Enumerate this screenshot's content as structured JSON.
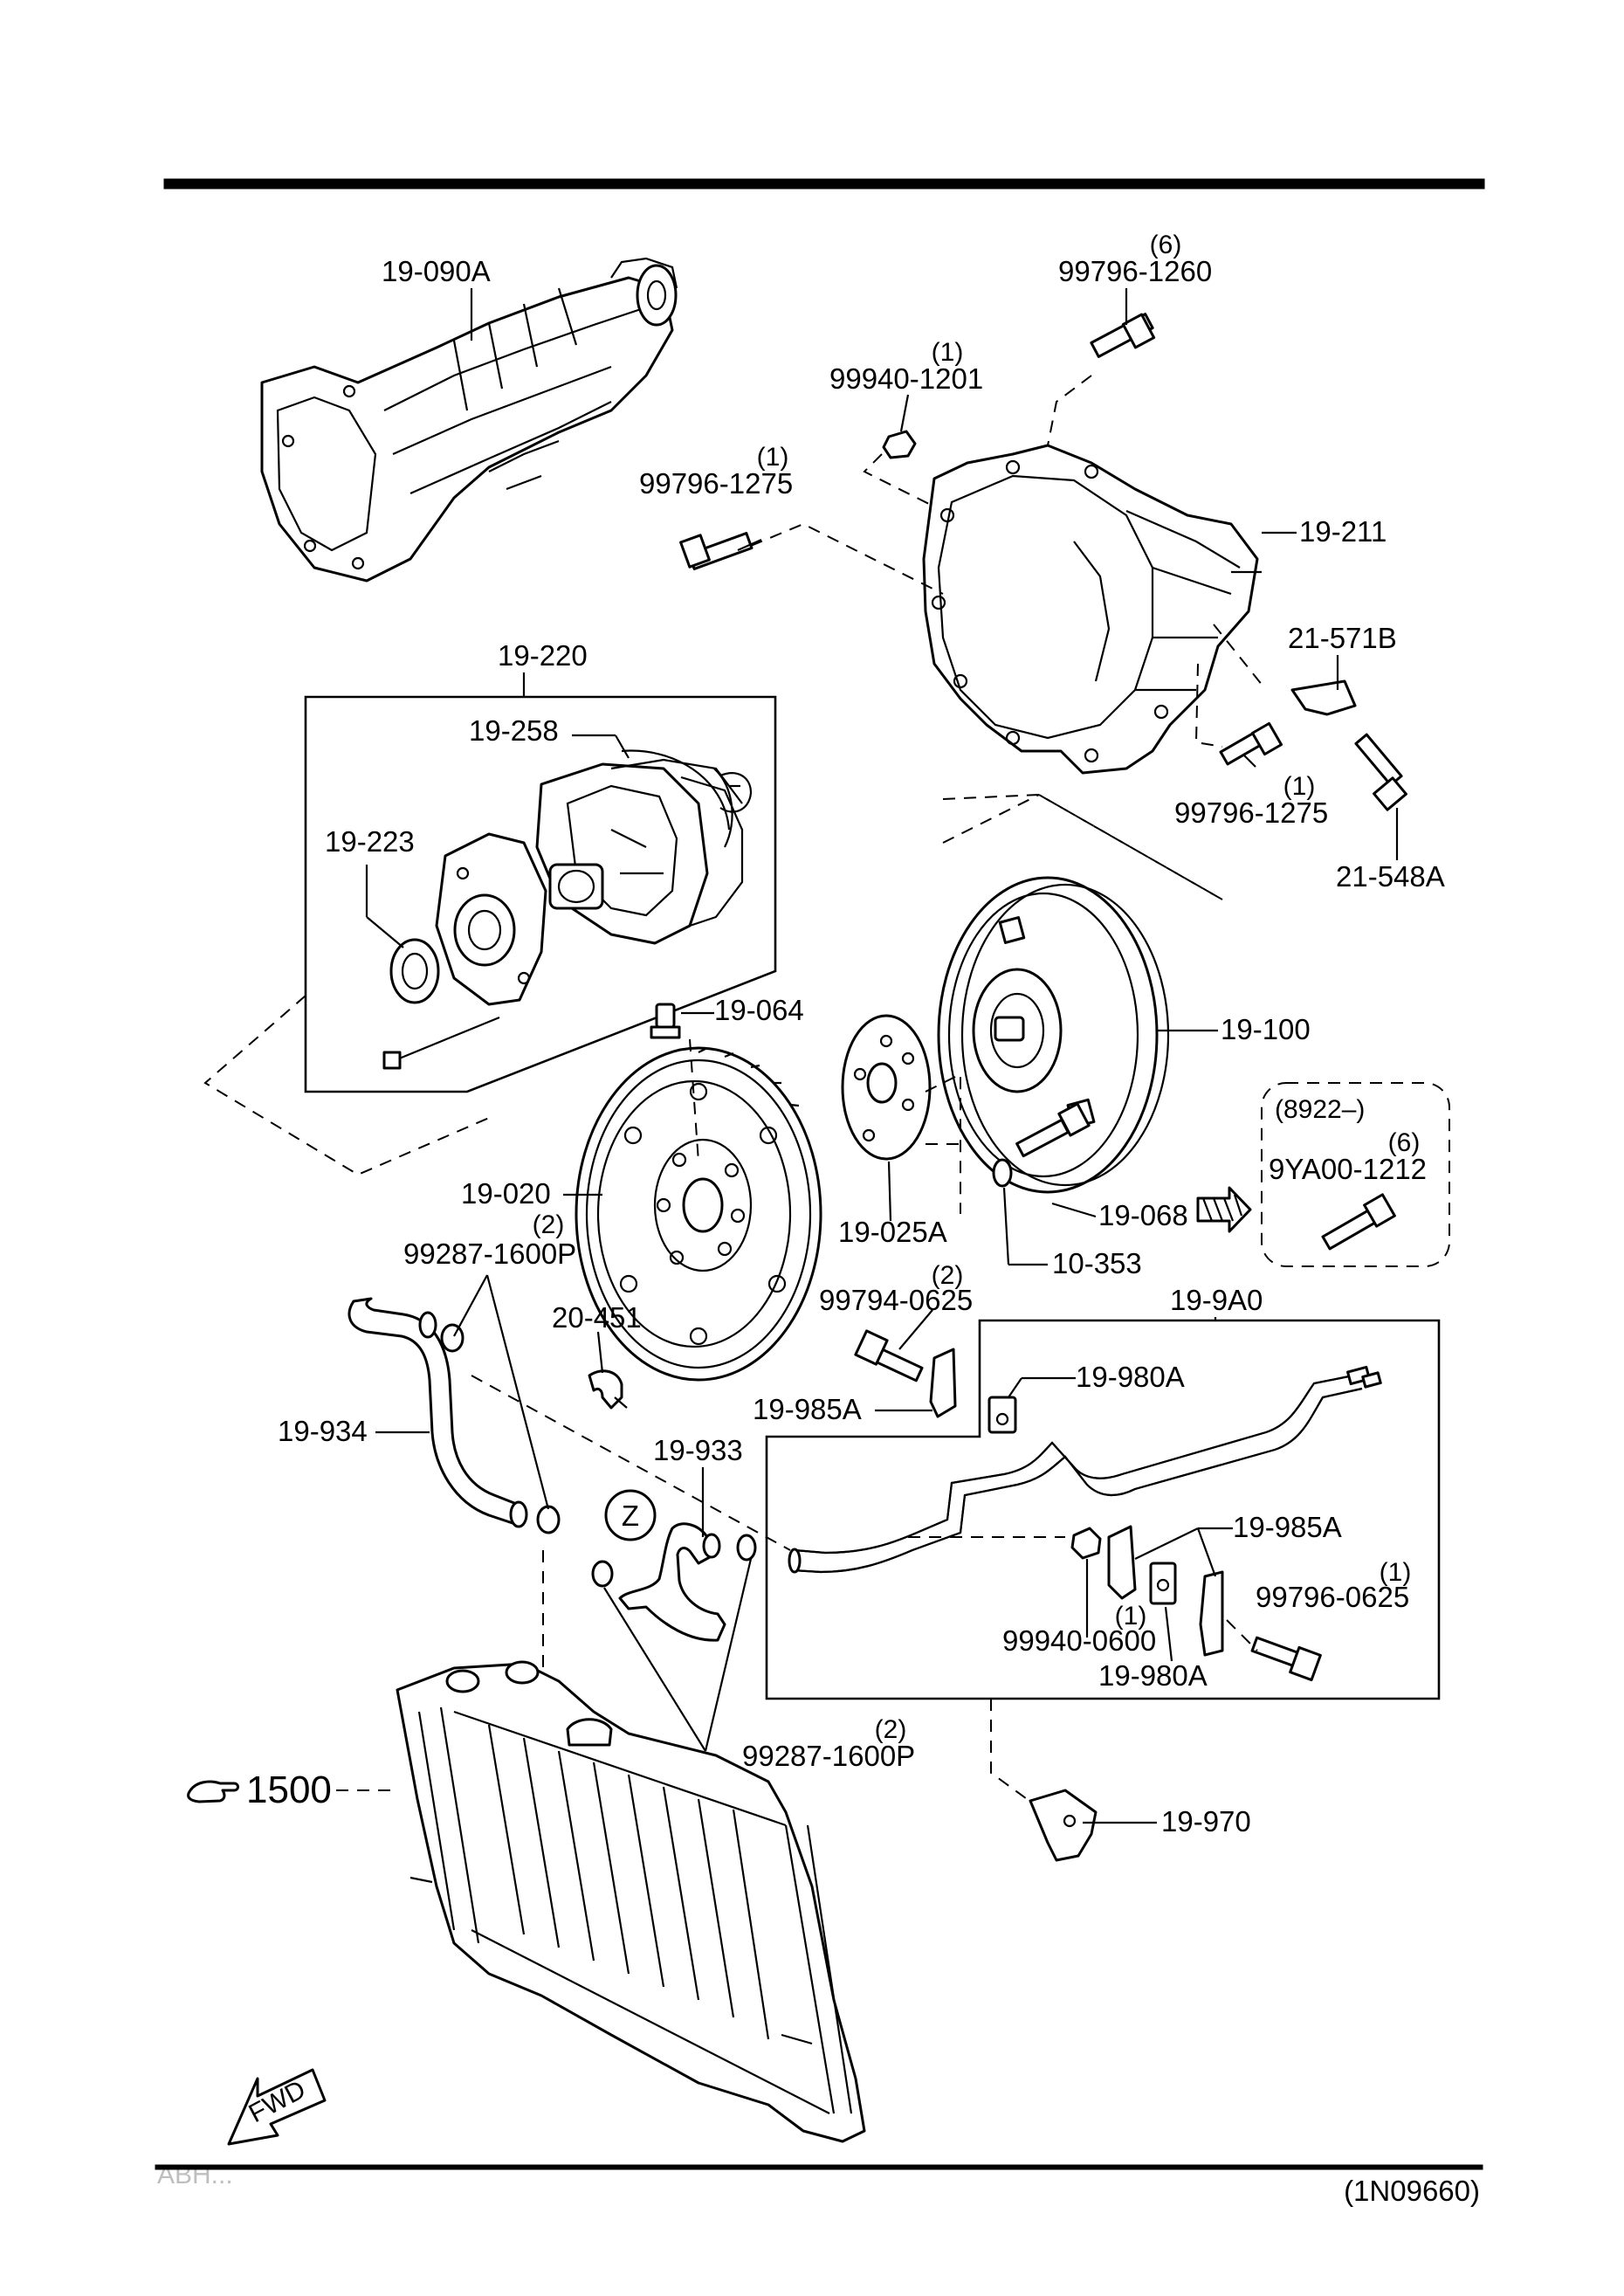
{
  "document_code": "(1N09660)",
  "footer_code_fragment": "ABH...",
  "forward_marker": "FWD",
  "reference_group": "1500",
  "connection_symbol": "Z",
  "boxed_variant": {
    "range_label": "(8922–)",
    "part_qty": "(6)",
    "part_number": "9YA00-1212"
  },
  "callouts": [
    {
      "part": "19-090A",
      "qty": ""
    },
    {
      "part": "99796-1260",
      "qty": "(6)"
    },
    {
      "part": "99940-1201",
      "qty": "(1)"
    },
    {
      "part": "99796-1275",
      "qty": "(1)"
    },
    {
      "part": "19-211",
      "qty": ""
    },
    {
      "part": "19-220",
      "qty": ""
    },
    {
      "part": "19-258",
      "qty": ""
    },
    {
      "part": "19-223",
      "qty": ""
    },
    {
      "part": "21-571B",
      "qty": ""
    },
    {
      "part": "99796-1275",
      "qty": "(1)"
    },
    {
      "part": "21-548A",
      "qty": ""
    },
    {
      "part": "19-064",
      "qty": ""
    },
    {
      "part": "19-100",
      "qty": ""
    },
    {
      "part": "19-020",
      "qty": ""
    },
    {
      "part": "19-025A",
      "qty": ""
    },
    {
      "part": "19-068",
      "qty": ""
    },
    {
      "part": "10-353",
      "qty": ""
    },
    {
      "part": "99287-1600P",
      "qty": "(2)"
    },
    {
      "part": "20-451",
      "qty": ""
    },
    {
      "part": "99794-0625",
      "qty": "(2)"
    },
    {
      "part": "19-9A0",
      "qty": ""
    },
    {
      "part": "19-985A",
      "qty": ""
    },
    {
      "part": "19-980A",
      "qty": ""
    },
    {
      "part": "19-934",
      "qty": ""
    },
    {
      "part": "19-933",
      "qty": ""
    },
    {
      "part": "19-985A",
      "qty": ""
    },
    {
      "part": "99796-0625",
      "qty": "(1)"
    },
    {
      "part": "99940-0600",
      "qty": "(1)"
    },
    {
      "part": "19-980A",
      "qty": ""
    },
    {
      "part": "99287-1600P",
      "qty": "(2)"
    },
    {
      "part": "19-970",
      "qty": ""
    }
  ]
}
